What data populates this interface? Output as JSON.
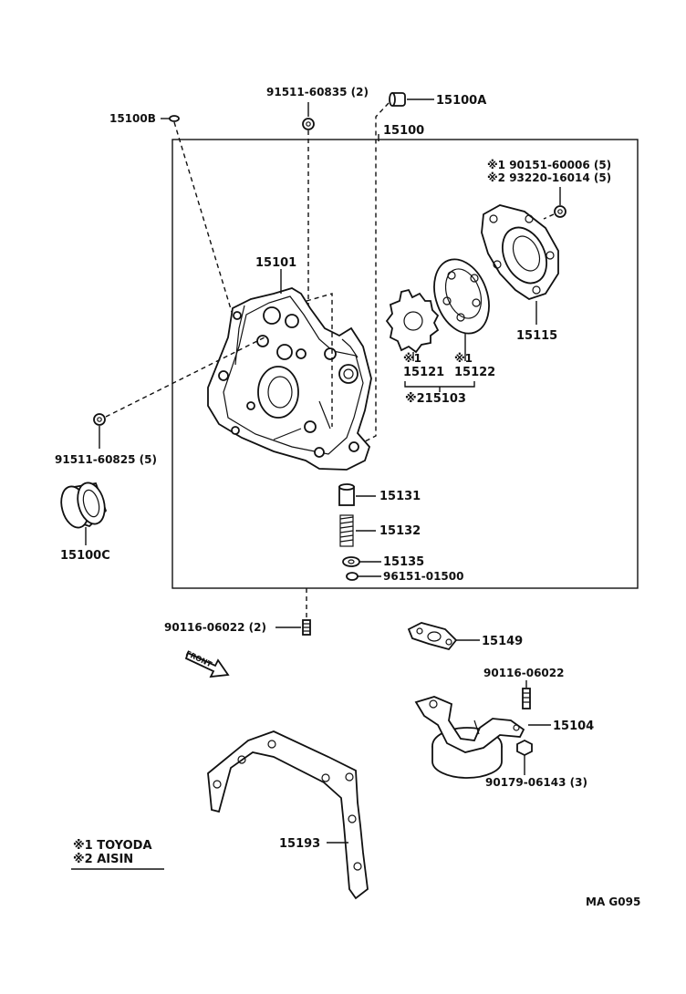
{
  "labels": {
    "p15100B": "15100B",
    "p91511_60835": "91511-60835 (2)",
    "p15100A": "15100A",
    "p15100": "15100",
    "note1_part": "※1  90151-60006 (5)",
    "note2_part": "※2  93220-16014 (5)",
    "p15101": "15101",
    "p15121_mark": "※1",
    "p15122_mark": "※1",
    "p15121": "15121",
    "p15122": "15122",
    "p15103": "※215103",
    "p15115": "15115",
    "p91511_60825": "91511-60825 (5)",
    "p15100C": "15100C",
    "p15131": "15131",
    "p15132": "15132",
    "p15135": "15135",
    "p96151": "96151-01500",
    "p90116_2": "90116-06022 (2)",
    "p15149": "15149",
    "front": "FRONT",
    "p90116": "90116-06022",
    "p15104": "15104",
    "p90179": "90179-06143 (3)",
    "p15193": "15193",
    "code": "MA  G095"
  },
  "legend": {
    "item1": "※1 TOYODA",
    "item2": "※2 AISIN"
  }
}
